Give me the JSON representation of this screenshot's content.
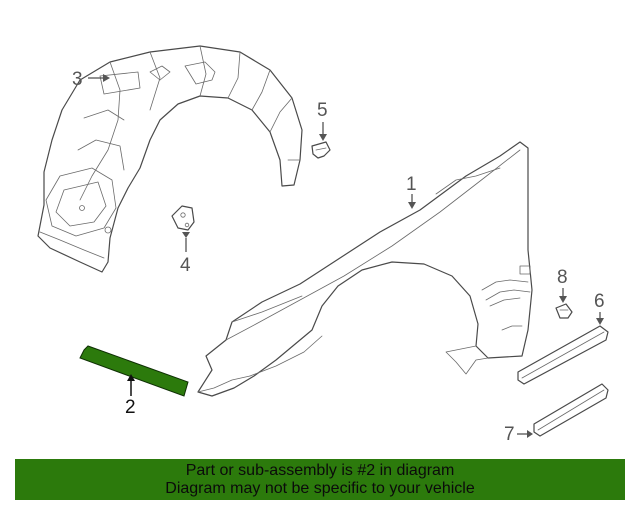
{
  "diagram": {
    "callouts": [
      {
        "id": "1",
        "text": "1"
      },
      {
        "id": "2",
        "text": "2"
      },
      {
        "id": "3",
        "text": "3"
      },
      {
        "id": "4",
        "text": "4"
      },
      {
        "id": "5",
        "text": "5"
      },
      {
        "id": "6",
        "text": "6"
      },
      {
        "id": "7",
        "text": "7"
      },
      {
        "id": "8",
        "text": "8"
      }
    ],
    "highlighted_part": "2",
    "colors": {
      "highlight": "#2c7a0c",
      "line_art": "#4a4a4a",
      "label": "#555555",
      "background": "#ffffff"
    }
  },
  "caption": {
    "line1": "Part or sub-assembly is #2 in diagram",
    "line2": "Diagram may not be specific to your vehicle"
  }
}
